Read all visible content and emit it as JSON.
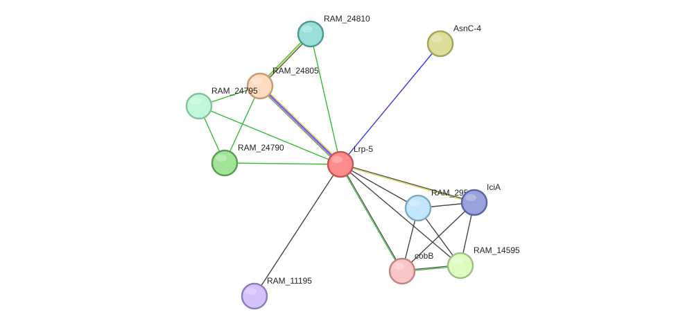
{
  "network": {
    "nodes": [
      {
        "id": "lrp5",
        "label": "Lrp-5",
        "fill": "#ff8c8c",
        "stroke": "#c95454"
      },
      {
        "id": "asnc4",
        "label": "AsnC-4",
        "fill": "#dddd99",
        "stroke": "#a6a65a"
      },
      {
        "id": "ram24810",
        "label": "RAM_24810",
        "fill": "#99e0d8",
        "stroke": "#4e9a92"
      },
      {
        "id": "ram24805",
        "label": "RAM_24805",
        "fill": "#ffdcc0",
        "stroke": "#c69a76"
      },
      {
        "id": "ram24795",
        "label": "RAM_24795",
        "fill": "#c0f7d8",
        "stroke": "#80c49c"
      },
      {
        "id": "ram24790",
        "label": "RAM_24790",
        "fill": "#a0e498",
        "stroke": "#5b9d55"
      },
      {
        "id": "ram295",
        "label": "RAM_295",
        "fill": "#c2e6fb",
        "stroke": "#7ba9c6"
      },
      {
        "id": "icia",
        "label": "IciA",
        "fill": "#98a2dd",
        "stroke": "#5a63a4"
      },
      {
        "id": "ram14595",
        "label": "RAM_14595",
        "fill": "#ddfcc0",
        "stroke": "#a2bf83"
      },
      {
        "id": "cobb",
        "label": "cobB",
        "fill": "#f8c6c6",
        "stroke": "#bf8585"
      },
      {
        "id": "ram11195",
        "label": "RAM_11195",
        "fill": "#d4c2fb",
        "stroke": "#8e7dbf"
      }
    ],
    "edges": [
      {
        "source": "lrp5",
        "target": "asnc4",
        "colors": [
          "#3333ee"
        ]
      },
      {
        "source": "lrp5",
        "target": "ram24810",
        "colors": [
          "#33bb33"
        ]
      },
      {
        "source": "lrp5",
        "target": "ram24805",
        "colors": [
          "#33bb33",
          "#cc33cc",
          "#3333ee",
          "#cccc33"
        ]
      },
      {
        "source": "lrp5",
        "target": "ram24795",
        "colors": [
          "#33bb33"
        ]
      },
      {
        "source": "lrp5",
        "target": "ram24790",
        "colors": [
          "#33bb33"
        ]
      },
      {
        "source": "lrp5",
        "target": "ram11195",
        "colors": [
          "#444444"
        ]
      },
      {
        "source": "lrp5",
        "target": "icia",
        "colors": [
          "#444444",
          "#cccc33"
        ]
      },
      {
        "source": "lrp5",
        "target": "ram295",
        "colors": [
          "#444444"
        ]
      },
      {
        "source": "lrp5",
        "target": "ram14595",
        "colors": [
          "#444444"
        ]
      },
      {
        "source": "lrp5",
        "target": "cobb",
        "colors": [
          "#444444",
          "#33bb33"
        ]
      },
      {
        "source": "ram24805",
        "target": "ram24810",
        "colors": [
          "#33bb33",
          "#cccc33",
          "#444444"
        ]
      },
      {
        "source": "ram24805",
        "target": "ram24795",
        "colors": [
          "#33bb33"
        ]
      },
      {
        "source": "ram24805",
        "target": "ram24790",
        "colors": [
          "#33bb33"
        ]
      },
      {
        "source": "ram24795",
        "target": "ram24790",
        "colors": [
          "#33bb33"
        ]
      },
      {
        "source": "ram295",
        "target": "icia",
        "colors": [
          "#444444"
        ]
      },
      {
        "source": "ram295",
        "target": "ram14595",
        "colors": [
          "#444444"
        ]
      },
      {
        "source": "ram295",
        "target": "cobb",
        "colors": [
          "#444444"
        ]
      },
      {
        "source": "icia",
        "target": "ram14595",
        "colors": [
          "#444444"
        ]
      },
      {
        "source": "icia",
        "target": "cobb",
        "colors": [
          "#444444"
        ]
      },
      {
        "source": "cobb",
        "target": "ram14595",
        "colors": [
          "#444444",
          "#33bb33"
        ]
      }
    ]
  }
}
